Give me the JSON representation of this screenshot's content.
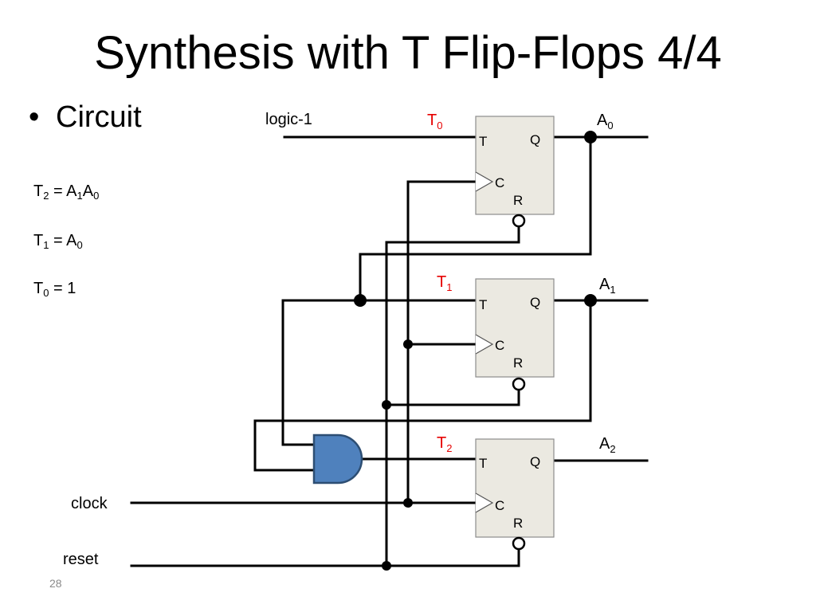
{
  "slide": {
    "title": "Synthesis with T Flip-Flops 4/4",
    "bullet": "Circuit",
    "page_number": "28"
  },
  "equations": [
    {
      "lhs": "T",
      "lhs_sub": "2",
      "rhs": [
        {
          "t": "A",
          "s": "1"
        },
        {
          "t": "A",
          "s": "0"
        }
      ]
    },
    {
      "lhs": "T",
      "lhs_sub": "1",
      "rhs": [
        {
          "t": "A",
          "s": "0"
        }
      ]
    },
    {
      "lhs": "T",
      "lhs_sub": "0",
      "rhs": [
        {
          "t": "1",
          "s": ""
        }
      ]
    }
  ],
  "equation_operator": "=",
  "inputs": {
    "logic1": "logic-1",
    "clock": "clock",
    "reset": "reset"
  },
  "flip_flops": [
    {
      "t_label": "T",
      "t_sub": "0",
      "out_label": "A",
      "out_sub": "0",
      "pin_t": "T",
      "pin_q": "Q",
      "pin_c": "C",
      "pin_r": "R"
    },
    {
      "t_label": "T",
      "t_sub": "1",
      "out_label": "A",
      "out_sub": "1",
      "pin_t": "T",
      "pin_q": "Q",
      "pin_c": "C",
      "pin_r": "R"
    },
    {
      "t_label": "T",
      "t_sub": "2",
      "out_label": "A",
      "out_sub": "2",
      "pin_t": "T",
      "pin_q": "Q",
      "pin_c": "C",
      "pin_r": "R"
    }
  ],
  "colors": {
    "wire": "#000000",
    "t_label": "#e60000",
    "ff_fill": "#ebe9e1",
    "ff_stroke": "#8c8c8c",
    "and_gate_fill": "#4f81bd",
    "and_gate_stroke": "#2d4e73",
    "page_number": "#8a8a8a"
  }
}
